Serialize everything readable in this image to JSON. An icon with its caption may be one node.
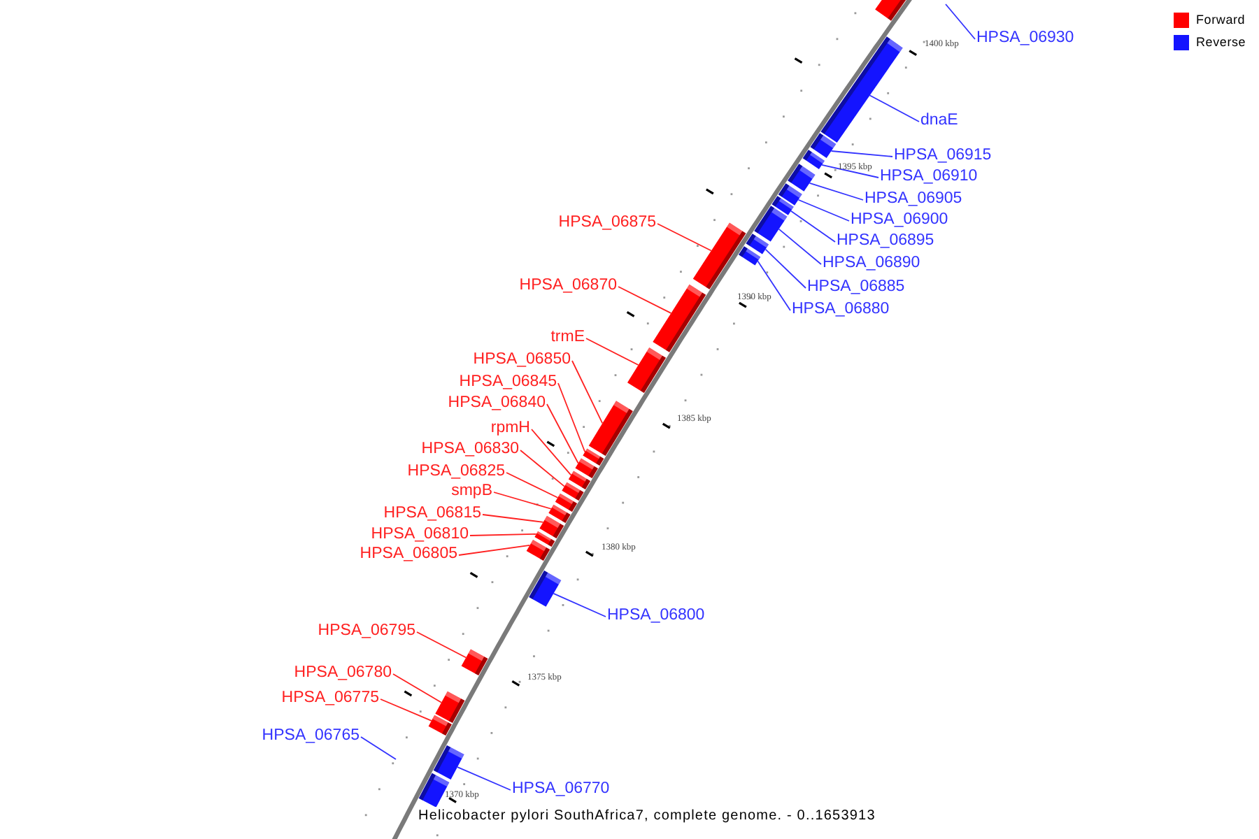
{
  "diagram": {
    "caption": "Helicobacter pylori SouthAfrica7, complete genome. - 0..1653913",
    "nodes": [
      {
        "text": [],
        "shape": "bar"
      },
      {
        "text": [
          "HPSA_06930"
        ]
      },
      {
        "text": [
          "dnaE"
        ]
      },
      {
        "text": [],
        "shape": "bar"
      },
      {
        "text": [
          "HPSA_06915"
        ]
      },
      {
        "text": [],
        "shape": "bar"
      },
      {
        "text": [
          "HPSA_06910"
        ]
      },
      {
        "text": [],
        "shape": "bar"
      },
      {
        "text": [
          "HPSA_06905"
        ]
      },
      {
        "text": [],
        "shape": "bar"
      },
      {
        "text": [
          "HPSA_06900"
        ]
      },
      {
        "text": [],
        "shape": "bar"
      },
      {
        "text": [
          "HPSA_06895"
        ]
      },
      {
        "text": [],
        "shape": "bar"
      },
      {
        "text": [
          "HPSA_06890"
        ]
      },
      {
        "text": [],
        "shape": "bar"
      },
      {
        "text": [
          "HPSA_06885"
        ]
      },
      {
        "text": [],
        "shape": "bar"
      },
      {
        "text": [
          "HPSA_06880"
        ]
      },
      {
        "text": [],
        "shape": "bar"
      },
      {
        "text": [
          "HPSA_06875"
        ]
      },
      {
        "text": [],
        "shape": "bar"
      },
      {
        "text": [
          "HPSA_06870"
        ]
      },
      {
        "text": [],
        "shape": "bar"
      },
      {
        "text": [
          "trmE"
        ]
      },
      {
        "text": [],
        "shape": "bar"
      },
      {
        "text": [
          "HPSA_06850"
        ]
      },
      {
        "text": [],
        "shape": "bar"
      },
      {
        "text": [
          "HPSA_06845"
        ]
      },
      {
        "text": [],
        "shape": "bar"
      },
      {
        "text": [
          "HPSA_06840"
        ]
      },
      {
        "text": [],
        "shape": "bar"
      },
      {
        "text": [
          "rpmH"
        ]
      },
      {
        "text": [],
        "shape": "bar"
      },
      {
        "text": [
          "HPSA_06830"
        ]
      },
      {
        "text": [],
        "shape": "bar"
      },
      {
        "text": [
          "HPSA_06825"
        ]
      },
      {
        "text": [],
        "shape": "bar"
      },
      {
        "text": [
          "smpB"
        ]
      },
      {
        "text": [],
        "shape": "bar"
      },
      {
        "text": [
          "HPSA_06815"
        ]
      },
      {
        "text": [],
        "shape": "bar"
      },
      {
        "text": [
          "HPSA_06810"
        ]
      },
      {
        "text": [],
        "shape": "bar"
      },
      {
        "text": [
          "HPSA_06805"
        ]
      },
      {
        "text": [],
        "shape": "bar"
      },
      {
        "text": [
          "HPSA_06800"
        ]
      },
      {
        "text": [],
        "shape": "bar"
      },
      {
        "text": [
          "HPSA_06795"
        ]
      },
      {
        "text": [],
        "shape": "bar"
      },
      {
        "text": [
          "HPSA_06780"
        ]
      },
      {
        "text": [],
        "shape": "bar"
      },
      {
        "text": [
          "HPSA_06775"
        ]
      },
      {
        "text": [],
        "shape": "bar"
      },
      {
        "text": [
          "HPSA_06765"
        ]
      },
      {
        "text": [
          "HPSA_06770"
        ]
      },
      {
        "text": [],
        "shape": "bar"
      },
      {
        "text": [],
        "shape": "bar"
      }
    ],
    "edges": [
      {
        "from": 1,
        "to": null,
        "arrow": "none",
        "color": "#3333ff"
      },
      {
        "from": 2,
        "to": 3,
        "arrow": "none",
        "color": "#3333ff"
      },
      {
        "from": 4,
        "to": 5,
        "arrow": "none",
        "color": "#3333ff"
      },
      {
        "from": 6,
        "to": 7,
        "arrow": "none",
        "color": "#3333ff"
      },
      {
        "from": 8,
        "to": 9,
        "arrow": "none",
        "color": "#3333ff"
      },
      {
        "from": 10,
        "to": 11,
        "arrow": "none",
        "color": "#3333ff"
      },
      {
        "from": 12,
        "to": 13,
        "arrow": "none",
        "color": "#3333ff"
      },
      {
        "from": 14,
        "to": 15,
        "arrow": "none",
        "color": "#3333ff"
      },
      {
        "from": 16,
        "to": 17,
        "arrow": "none",
        "color": "#3333ff"
      },
      {
        "from": 18,
        "to": 19,
        "arrow": "none",
        "color": "#3333ff"
      },
      {
        "from": 20,
        "to": 21,
        "arrow": "none"
      },
      {
        "from": 22,
        "to": 23,
        "arrow": "none"
      },
      {
        "from": 24,
        "to": 25,
        "arrow": "none"
      },
      {
        "from": 26,
        "to": 27,
        "arrow": "none"
      },
      {
        "from": 28,
        "to": 29,
        "arrow": "none"
      },
      {
        "from": 30,
        "to": 31,
        "arrow": "none"
      },
      {
        "from": 32,
        "to": 33,
        "arrow": "none"
      },
      {
        "from": 34,
        "to": 35,
        "arrow": "none"
      },
      {
        "from": 36,
        "to": 37,
        "arrow": "none"
      },
      {
        "from": 38,
        "to": 39,
        "arrow": "none"
      },
      {
        "from": 40,
        "to": 41,
        "arrow": "none"
      },
      {
        "from": 42,
        "to": 43,
        "arrow": "none"
      },
      {
        "from": 44,
        "to": 45,
        "arrow": "none"
      },
      {
        "from": 46,
        "to": 47,
        "arrow": "none",
        "color": "#3333ff"
      },
      {
        "from": 48,
        "to": 49,
        "arrow": "none"
      },
      {
        "from": 50,
        "to": 51,
        "arrow": "none"
      },
      {
        "from": 52,
        "to": 53,
        "arrow": "none"
      },
      {
        "from": 54,
        "to": null,
        "arrow": "none",
        "color": "#3333ff"
      },
      {
        "from": 55,
        "to": 56,
        "arrow": "none",
        "color": "#3333ff"
      }
    ],
    "labels": [
      "1400 kbp",
      "1395 kbp",
      "1390 kbp",
      "1385 kbp",
      "1380 kbp",
      "1375 kbp",
      "1370 kbp"
    ],
    "legend": [
      {
        "text": "Forward",
        "color": "#ff0000"
      },
      {
        "text": "Reverse",
        "color": "#1414ff"
      }
    ]
  }
}
